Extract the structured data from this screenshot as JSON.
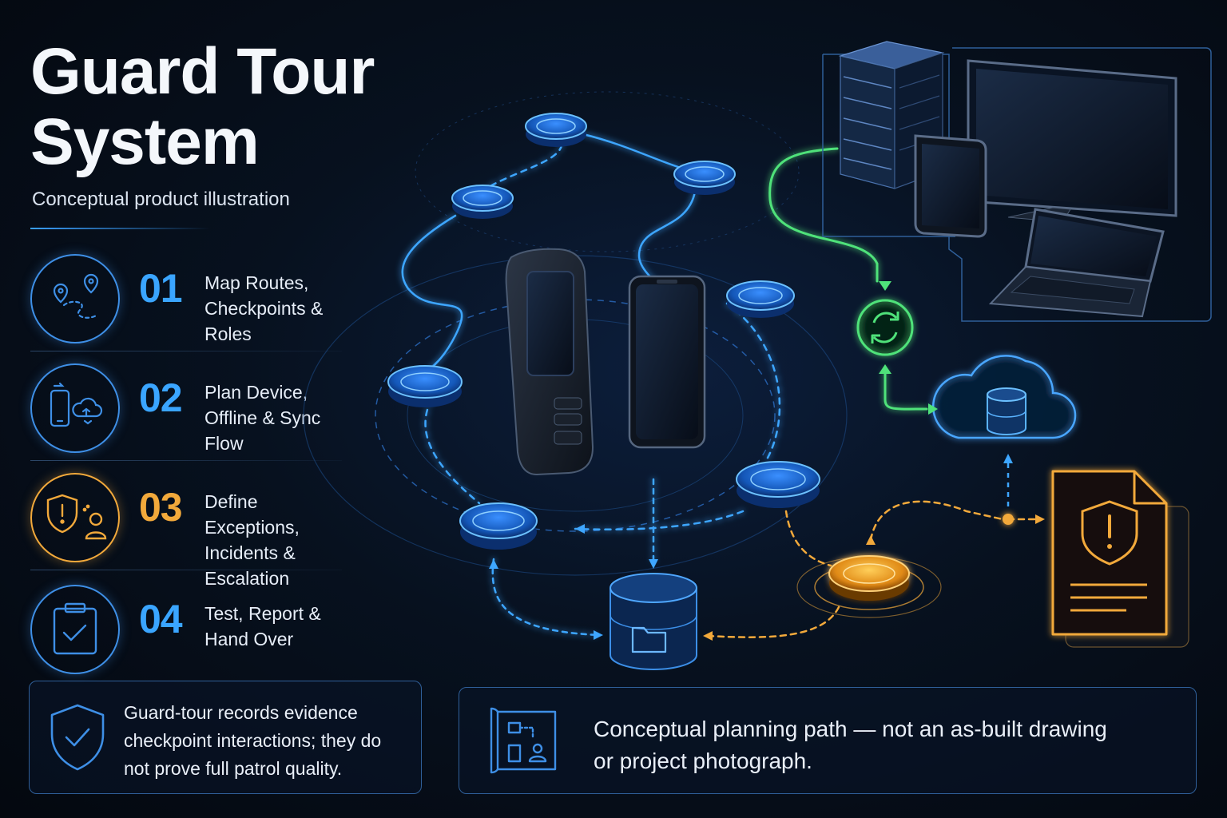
{
  "header": {
    "title_line1": "Guard Tour",
    "title_line2": "System",
    "subtitle": "Conceptual product illustration"
  },
  "steps": [
    {
      "number": "01",
      "line1": "Map Routes,",
      "line2": "Checkpoints & Roles",
      "icon": "route-map-icon"
    },
    {
      "number": "02",
      "line1": "Plan Device,",
      "line2": "Offline & Sync Flow",
      "icon": "device-cloud-sync-icon"
    },
    {
      "number": "03",
      "line1": "Define Exceptions,",
      "line2": "Incidents & Escalation",
      "icon": "shield-alert-user-icon"
    },
    {
      "number": "04",
      "line1": "Test, Report &",
      "line2": "Hand Over",
      "icon": "clipboard-check-icon"
    }
  ],
  "notes": {
    "evidence": "Guard-tour records evidence checkpoint interactions; they do not prove full patrol quality.",
    "disclaimer_line1": "Conceptual planning path — not an as-built drawing",
    "disclaimer_line2": "or project photograph."
  },
  "colors": {
    "accent_blue": "#3aa5ff",
    "accent_orange": "#f2a93b",
    "accent_green": "#4fe27a",
    "background": "#050b16"
  },
  "diagram": {
    "elements": [
      "server-rack",
      "desktop-monitor",
      "tablet",
      "laptop",
      "handheld-reader",
      "smartphone",
      "checkpoint-nodes",
      "sync-icon",
      "cloud-database",
      "local-storage-folder",
      "incident-node",
      "incident-report"
    ]
  }
}
